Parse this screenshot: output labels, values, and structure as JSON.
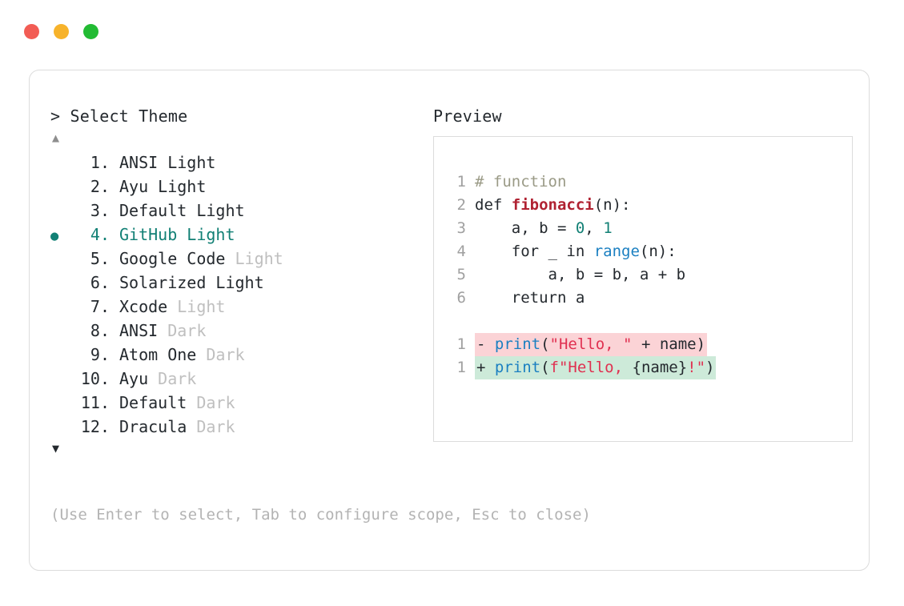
{
  "window": {
    "traffic_lights": [
      {
        "name": "close",
        "color": "#f25c54"
      },
      {
        "name": "minimize",
        "color": "#f7b32b"
      },
      {
        "name": "maximize",
        "color": "#22bb33"
      }
    ]
  },
  "accent_color": "#128075",
  "theme_picker": {
    "header": "> Select Theme",
    "scroll_up_glyph": "▲",
    "scroll_down_glyph": "▼",
    "selected_index": 4,
    "bullet_glyph": "●",
    "items": [
      {
        "number": "1.",
        "name": "ANSI",
        "variant": "Light",
        "variant_muted": false
      },
      {
        "number": "2.",
        "name": "Ayu",
        "variant": "Light",
        "variant_muted": false
      },
      {
        "number": "3.",
        "name": "Default",
        "variant": "Light",
        "variant_muted": false
      },
      {
        "number": "4.",
        "name": "GitHub",
        "variant": "Light",
        "variant_muted": false
      },
      {
        "number": "5.",
        "name": "Google Code",
        "variant": "Light",
        "variant_muted": true
      },
      {
        "number": "6.",
        "name": "Solarized",
        "variant": "Light",
        "variant_muted": false
      },
      {
        "number": "7.",
        "name": "Xcode",
        "variant": "Light",
        "variant_muted": true
      },
      {
        "number": "8.",
        "name": "ANSI",
        "variant": "Dark",
        "variant_muted": true
      },
      {
        "number": "9.",
        "name": "Atom One",
        "variant": "Dark",
        "variant_muted": true
      },
      {
        "number": "10.",
        "name": "Ayu",
        "variant": "Dark",
        "variant_muted": true
      },
      {
        "number": "11.",
        "name": "Default",
        "variant": "Dark",
        "variant_muted": true
      },
      {
        "number": "12.",
        "name": "Dracula",
        "variant": "Dark",
        "variant_muted": true
      }
    ]
  },
  "preview": {
    "header": "Preview",
    "code_lines": [
      {
        "num": "1",
        "tokens": [
          {
            "t": "# function",
            "c": "comment"
          }
        ]
      },
      {
        "num": "2",
        "tokens": [
          {
            "t": "def ",
            "c": "keyword"
          },
          {
            "t": "fibonacci",
            "c": "func"
          },
          {
            "t": "(n):",
            "c": "plain"
          }
        ]
      },
      {
        "num": "3",
        "tokens": [
          {
            "t": "    a, b = ",
            "c": "plain"
          },
          {
            "t": "0",
            "c": "number"
          },
          {
            "t": ", ",
            "c": "plain"
          },
          {
            "t": "1",
            "c": "number"
          }
        ]
      },
      {
        "num": "4",
        "tokens": [
          {
            "t": "    for _ in ",
            "c": "plain"
          },
          {
            "t": "range",
            "c": "builtin"
          },
          {
            "t": "(n):",
            "c": "plain"
          }
        ]
      },
      {
        "num": "5",
        "tokens": [
          {
            "t": "        a, b = b, a + b",
            "c": "plain"
          }
        ]
      },
      {
        "num": "6",
        "tokens": [
          {
            "t": "    return a",
            "c": "plain"
          }
        ]
      }
    ],
    "diff_lines": [
      {
        "num": "1",
        "sign": "-",
        "kind": "del",
        "tokens": [
          {
            "t": "print",
            "c": "builtin"
          },
          {
            "t": "(",
            "c": "plain"
          },
          {
            "t": "\"Hello, \"",
            "c": "string"
          },
          {
            "t": " + name)",
            "c": "plain"
          }
        ]
      },
      {
        "num": "1",
        "sign": "+",
        "kind": "add",
        "tokens": [
          {
            "t": "print",
            "c": "builtin"
          },
          {
            "t": "(",
            "c": "plain"
          },
          {
            "t": "f\"Hello, ",
            "c": "string"
          },
          {
            "t": "{name}",
            "c": "plain"
          },
          {
            "t": "!\"",
            "c": "string"
          },
          {
            "t": ")",
            "c": "plain"
          }
        ]
      }
    ]
  },
  "footer": {
    "hint": "(Use Enter to select, Tab to configure scope, Esc to close)"
  }
}
